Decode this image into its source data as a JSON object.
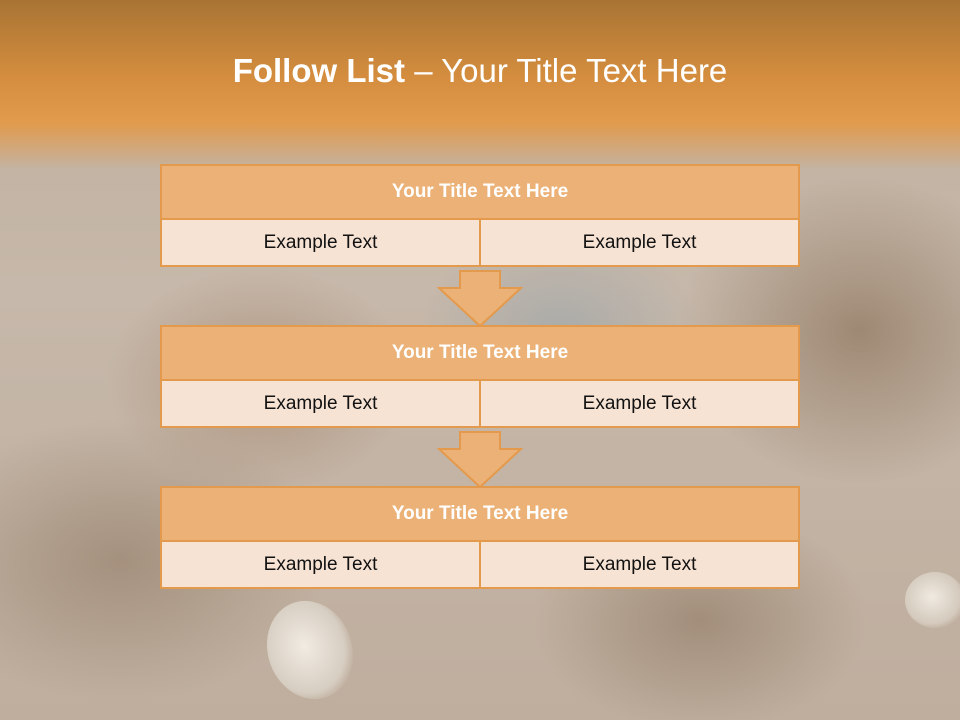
{
  "slide": {
    "title_bold": "Follow List",
    "title_rest": " – Your Title Text Here"
  },
  "blocks": [
    {
      "title": "Your Title Text Here",
      "left": "Example Text",
      "right": "Example Text"
    },
    {
      "title": "Your Title Text Here",
      "left": "Example Text",
      "right": "Example Text"
    },
    {
      "title": "Your Title Text Here",
      "left": "Example Text",
      "right": "Example Text"
    }
  ],
  "colors": {
    "header": "#d48d3e",
    "block_title_fill": "#ebb176",
    "block_border": "#e49a4c",
    "cell_fill": "#f7e3d4"
  },
  "icons": [
    "down-arrow-icon",
    "down-arrow-icon"
  ]
}
